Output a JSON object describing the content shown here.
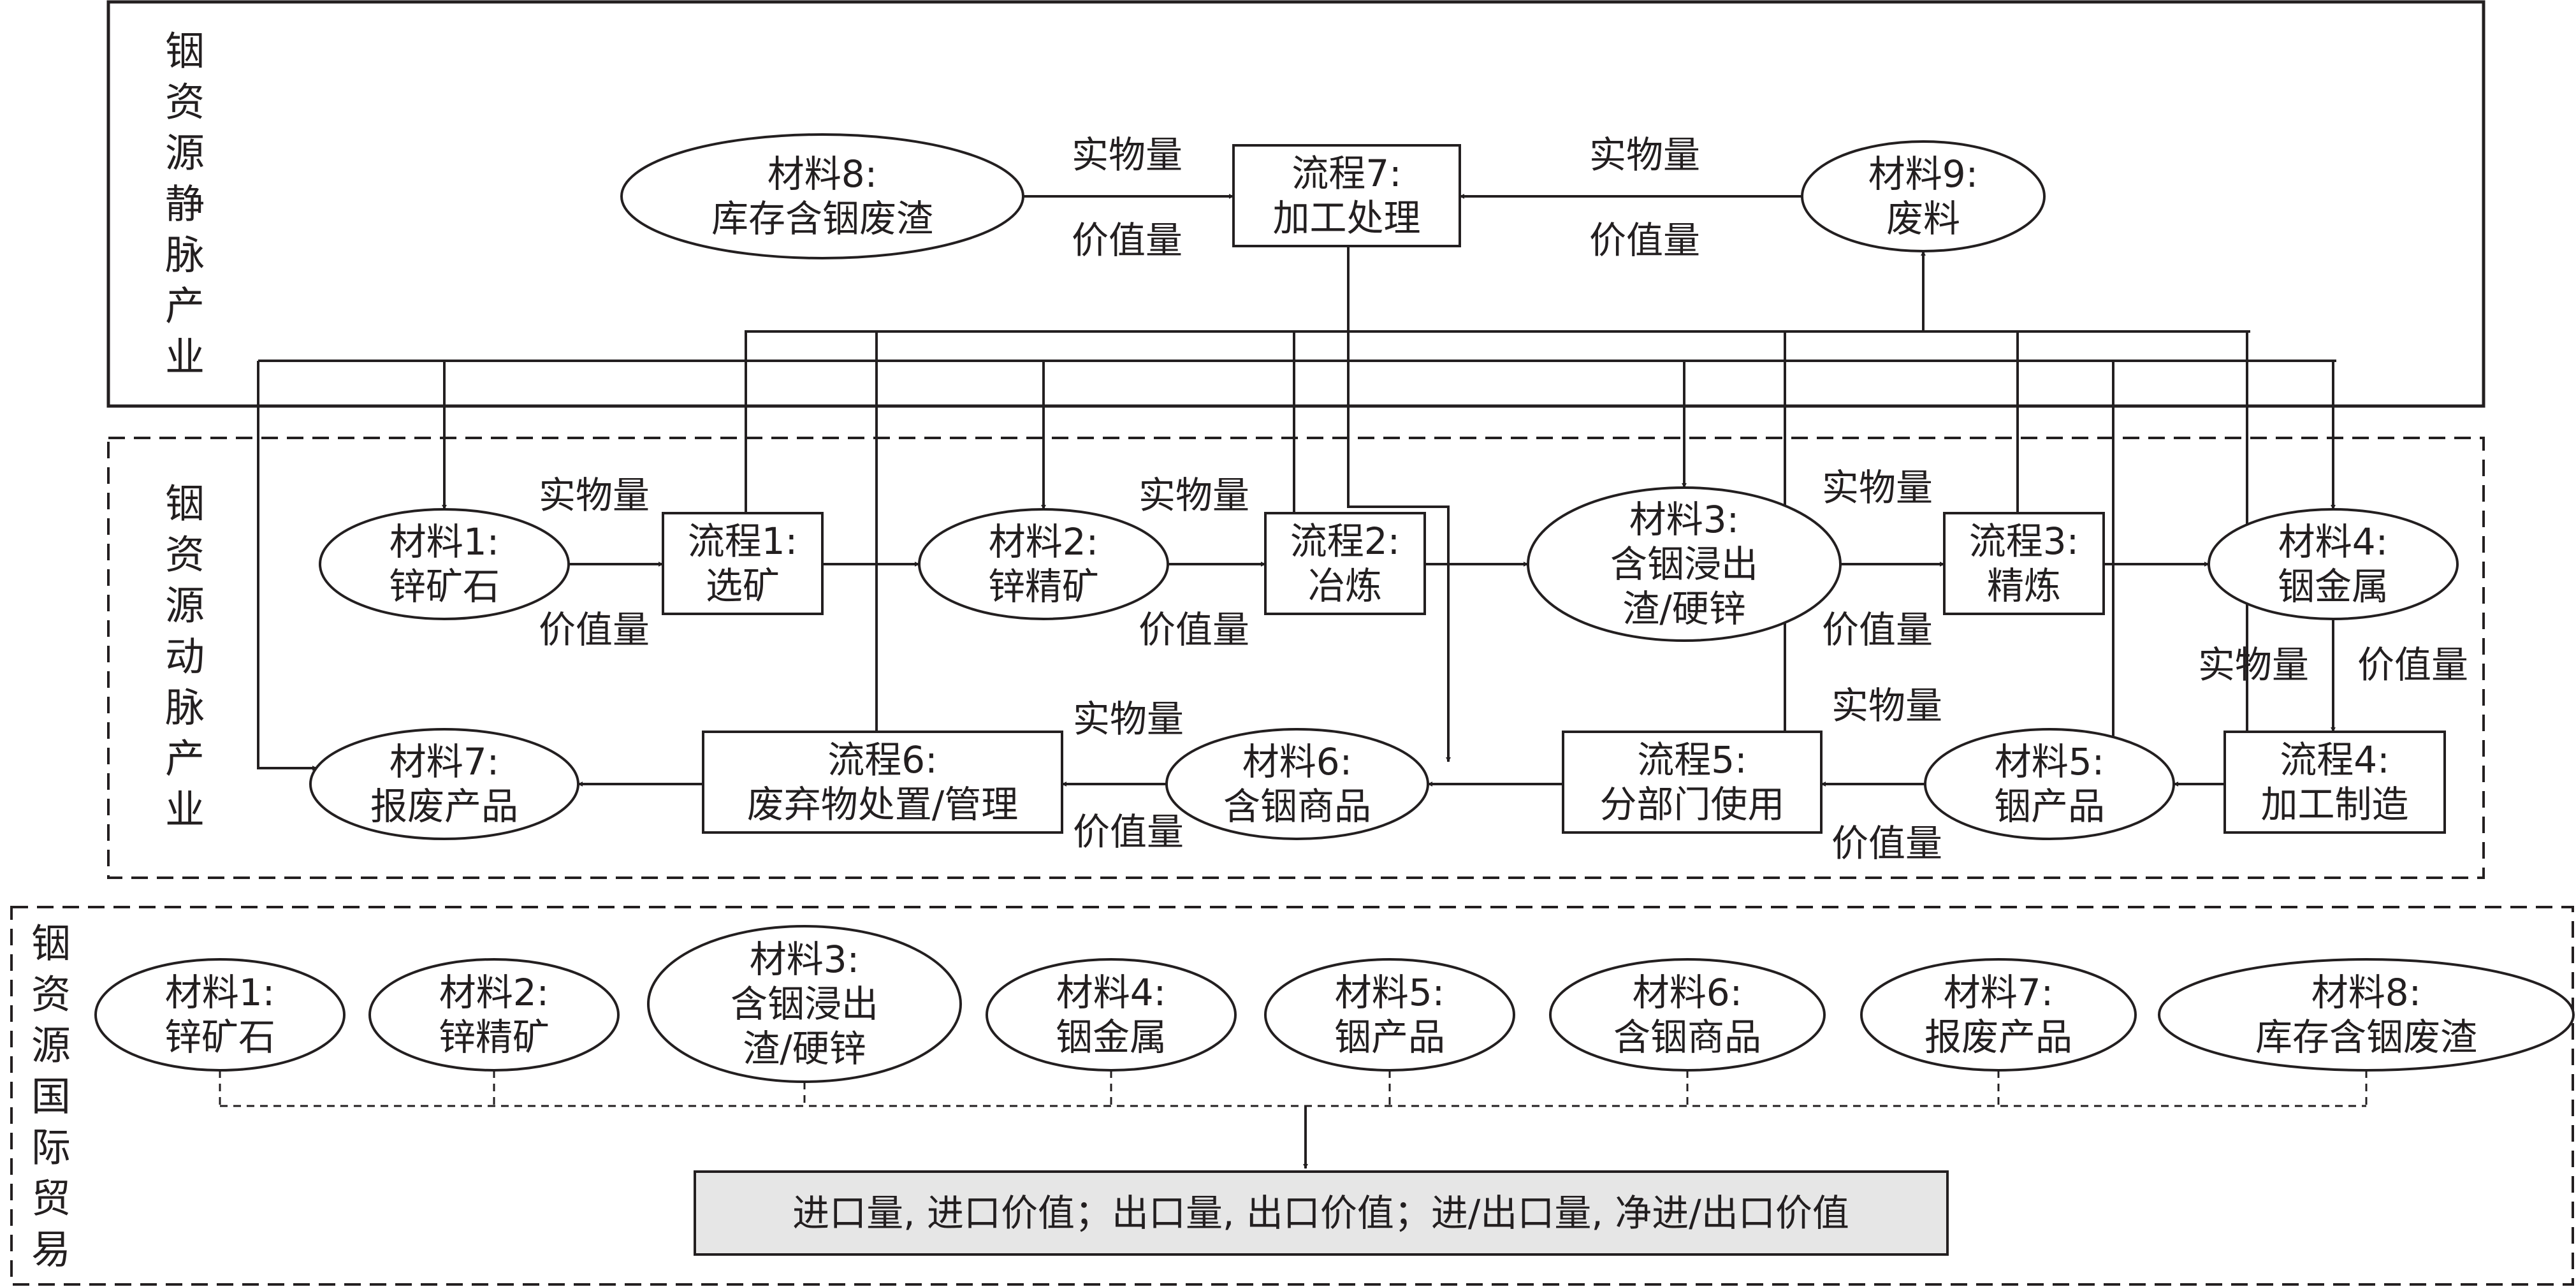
{
  "sections": {
    "static": "铟资源静脉产业",
    "dynamic": "铟资源动脉产业",
    "trade": "铟资源国际贸易"
  },
  "labels": {
    "physical": "实物量",
    "value": "价值量"
  },
  "nodes": {
    "m8": [
      "材料8:",
      "库存含铟废渣"
    ],
    "p7": [
      "流程7:",
      "加工处理"
    ],
    "m9": [
      "材料9:",
      "废料"
    ],
    "m1": [
      "材料1:",
      "锌矿石"
    ],
    "p1": [
      "流程1:",
      "选矿"
    ],
    "m2": [
      "材料2:",
      "锌精矿"
    ],
    "p2": [
      "流程2:",
      "冶炼"
    ],
    "m3": [
      "材料3:",
      "含铟浸出",
      "渣/硬锌"
    ],
    "p3": [
      "流程3:",
      "精炼"
    ],
    "m4": [
      "材料4:",
      "铟金属"
    ],
    "m7": [
      "材料7:",
      "报废产品"
    ],
    "p6": [
      "流程6:",
      "废弃物处置/管理"
    ],
    "m6": [
      "材料6:",
      "含铟商品"
    ],
    "p5": [
      "流程5:",
      "分部门使用"
    ],
    "m5": [
      "材料5:",
      "铟产品"
    ],
    "p4": [
      "流程4:",
      "加工制造"
    ]
  },
  "trade_nodes": [
    [
      "材料1:",
      "锌矿石"
    ],
    [
      "材料2:",
      "锌精矿"
    ],
    [
      "材料3:",
      "含铟浸出",
      "渣/硬锌"
    ],
    [
      "材料4:",
      "铟金属"
    ],
    [
      "材料5:",
      "铟产品"
    ],
    [
      "材料6:",
      "含铟商品"
    ],
    [
      "材料7:",
      "报废产品"
    ],
    [
      "材料8:",
      "库存含铟废渣"
    ]
  ],
  "trade_summary": "进口量, 进口价值；出口量, 出口价值；进/出口量, 净进/出口价值",
  "colors": {
    "ink": "#231f20",
    "summary_fill": "#e6e6e6",
    "background": "#ffffff"
  }
}
